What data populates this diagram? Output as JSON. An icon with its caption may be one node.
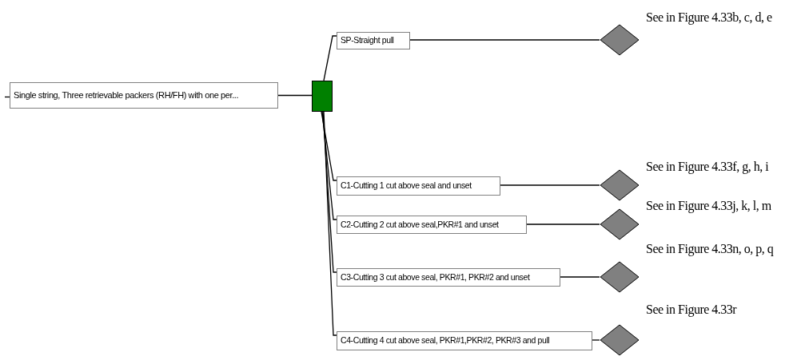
{
  "diagram": {
    "nodes": [
      {
        "text": [
          "Single string, Three retrievable packers (RH/FH) with one per..."
        ]
      },
      {
        "text": [],
        "shape": "box"
      },
      {
        "text": [
          "SP-Straight pull"
        ]
      },
      {
        "text": [
          "C1-Cutting 1 cut above seal and unset"
        ]
      },
      {
        "text": [
          "C2-Cutting 2 cut above seal,PKR#1 and unset"
        ]
      },
      {
        "text": [
          "C3-Cutting 3 cut above seal, PKR#1, PKR#2 and unset"
        ]
      },
      {
        "text": [
          "C4-Cutting 4 cut above seal, PKR#1,PKR#2, PKR#3 and pull"
        ]
      },
      {
        "text": [],
        "shape": "diamond",
        "beside": [
          "See in Figure 4.33b, c, d, e"
        ]
      },
      {
        "text": [],
        "shape": "diamond",
        "beside": [
          "See in Figure 4.33f, g, h, i"
        ]
      },
      {
        "text": [],
        "shape": "diamond",
        "beside": [
          "See in Figure 4.33j, k, l, m"
        ]
      },
      {
        "text": [],
        "shape": "diamond",
        "beside": [
          "See in Figure 4.33n, o, p, q"
        ]
      },
      {
        "text": [],
        "shape": "diamond",
        "beside": [
          "See in Figure 4.33r"
        ]
      }
    ],
    "edges": [
      {
        "from": null,
        "to": 0,
        "arrow": "none"
      },
      {
        "from": 0,
        "to": 1,
        "arrow": "none"
      },
      {
        "from": 1,
        "to": 2,
        "arrow": "none"
      },
      {
        "from": 1,
        "to": 3,
        "arrow": "none"
      },
      {
        "from": 1,
        "to": 4,
        "arrow": "none"
      },
      {
        "from": 1,
        "to": 5,
        "arrow": "none"
      },
      {
        "from": 1,
        "to": 6,
        "arrow": "none"
      },
      {
        "from": 2,
        "to": 7,
        "arrow": "none"
      },
      {
        "from": 3,
        "to": 8,
        "arrow": "none"
      },
      {
        "from": 4,
        "to": 9,
        "arrow": "none"
      },
      {
        "from": 5,
        "to": 10,
        "arrow": "none"
      },
      {
        "from": 6,
        "to": 11,
        "arrow": "none"
      }
    ]
  }
}
